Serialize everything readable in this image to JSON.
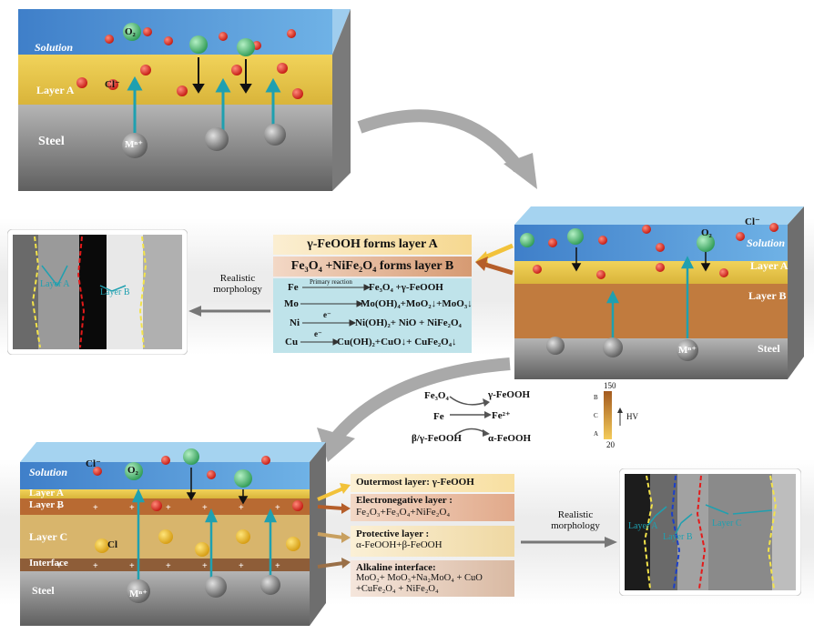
{
  "panel1": {
    "labels": {
      "solution": "Solution",
      "layer_a": "Layer A",
      "steel": "Steel"
    },
    "species": {
      "o2": "O₂",
      "cl": "Cl⁻",
      "metal": "Mⁿ⁺"
    }
  },
  "panel2": {
    "labels": {
      "solution": "Solution",
      "layer_a": "Layer A",
      "layer_b": "Layer B",
      "steel": "Steel"
    },
    "species": {
      "o2": "O₂",
      "cl": "Cl⁻",
      "metal": "Mⁿ⁺"
    },
    "box_a": "γ-FeOOH forms layer A",
    "box_b": "Fe₃O₄ +NiFe₂O₄ forms layer B",
    "reactions": [
      {
        "left": "Fe",
        "over": "Primary reaction",
        "right": "Fe₃O₄ +γ-FeOOH"
      },
      {
        "left": "Mo",
        "over": "",
        "right": "Mo(OH)₄+MoO₂↓+MoO₃↓"
      },
      {
        "left": "Ni",
        "over": "e⁻",
        "right": "Ni(OH)₂+ NiO + NiFe₂O₄"
      },
      {
        "left": "Cu",
        "over": "e⁻",
        "right": "Cu(OH)₂+CuO↓+ CuFe₂O₄↓"
      }
    ],
    "realistic": [
      "Realistic",
      "morphology"
    ],
    "micro_labels": {
      "a": "Layer A",
      "b": "Layer B"
    }
  },
  "transform": {
    "rows": [
      {
        "left": "Fe₃O₄",
        "right": "γ-FeOOH"
      },
      {
        "left": "Fe",
        "right": "Fe²⁺"
      },
      {
        "left": "β/γ-FeOOH",
        "right": "α-FeOOH"
      }
    ]
  },
  "hardness": {
    "top": "150",
    "bottom": "20",
    "label": "HV",
    "ticks": [
      "B",
      "C",
      "A"
    ]
  },
  "panel3": {
    "labels": {
      "solution": "Solution",
      "layer_a": "Layer A",
      "layer_b": "Layer B",
      "layer_c": "Layer C",
      "interface": "Interface",
      "steel": "Steel"
    },
    "species": {
      "o2": "O₂",
      "cl_top": "Cl⁻",
      "cl_c": "Cl",
      "metal": "Mⁿ⁺"
    },
    "boxes": [
      {
        "title": "Outermost layer: γ-FeOOH",
        "body": ""
      },
      {
        "title": "Electronegative layer :",
        "body": "Fe₂O₃+Fe₃O₄+NiFe₂O₄"
      },
      {
        "title": "Protective  layer :",
        "body": "α-FeOOH+β-FeOOH"
      },
      {
        "title": "Alkaline interface:",
        "body": "MoO₂+ MoO₃+Na₂MoO₄ + CuO +CuFe₂O₄ + NiFe₂O₄"
      }
    ],
    "realistic": [
      "Realistic",
      "morphology"
    ],
    "micro_labels": {
      "a": "Layer A",
      "b": "Layer B",
      "c": "Layer C"
    }
  },
  "colors": {
    "solution": "#4a90d6",
    "layer_a": "#e8c94a",
    "layer_b": "#b86a32",
    "layer_c": "#d9b46a",
    "steel": "#8e8e8e",
    "arrow_teal": "#1fa0b0",
    "cl_red": "#d8261c",
    "o2_green": "#4fbf74"
  }
}
